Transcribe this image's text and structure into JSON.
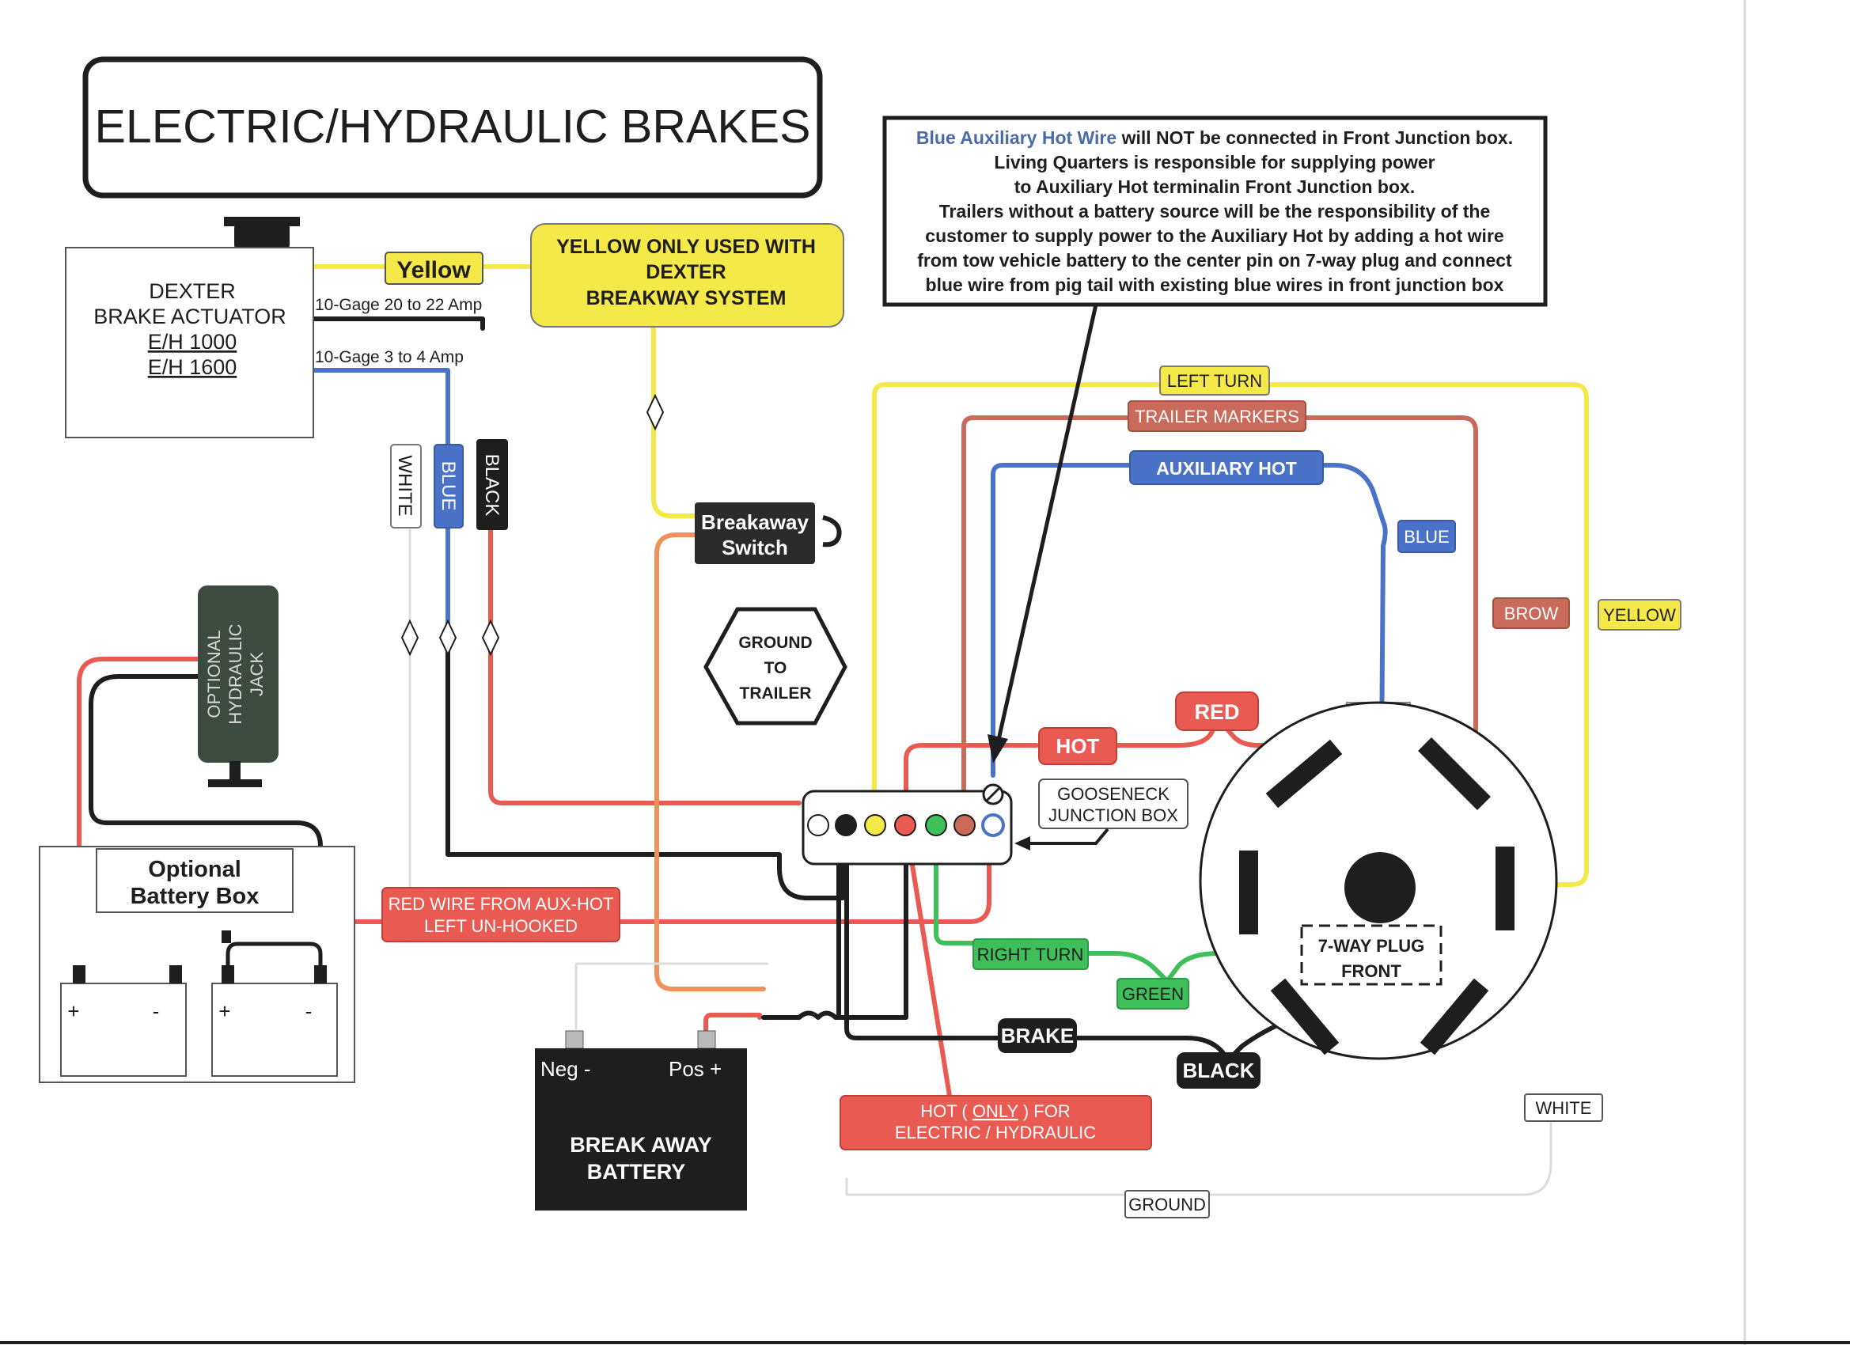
{
  "title": "ELECTRIC/HYDRAULIC BRAKES",
  "actuator": {
    "line1": "DEXTER",
    "line2": "BRAKE ACTUATOR",
    "line3": "E/H 1000",
    "line4": "E/H 1600",
    "gage_top": "10-Gage 20 to 22 Amp",
    "gage_bottom": "10-Gage 3 to 4 Amp"
  },
  "yellow_tag": "Yellow",
  "yellow_note": {
    "line1": "YELLOW ONLY USED WITH",
    "line2": "DEXTER",
    "line3": "BREAKWAY SYSTEM"
  },
  "notice": {
    "line1_blue": "Blue Auxiliary Hot Wire",
    "line1_rest": " will NOT be connected in Front Junction box.",
    "line2": "Living Quarters is responsible for supplying power",
    "line3": "to Auxiliary Hot terminalin Front Junction box.",
    "line4": "Trailers without a battery source will be the responsibility of the",
    "line5": "customer to supply power to the Auxiliary Hot by adding a hot wire",
    "line6": "from tow vehicle battery  to the center pin on  7-way plug and connect",
    "line7": "blue wire from pig tail with existing blue wires in front junction box"
  },
  "wire_labels": {
    "white": "WHITE",
    "blue": "BLUE",
    "black": "BLACK",
    "left_turn": "LEFT TURN",
    "trailer_markers": "TRAILER MARKERS",
    "auxiliary_hot": "AUXILIARY HOT",
    "blue_right": "BLUE",
    "brow": "BROW",
    "yellow_right": "YELLOW",
    "red": "RED",
    "hot": "HOT",
    "right_turn": "RIGHT TURN",
    "green": "GREEN",
    "brake": "BRAKE",
    "black_bottom": "BLACK",
    "white_bottom": "WHITE",
    "ground": "GROUND"
  },
  "breakaway_switch": {
    "line1": "Breakaway",
    "line2": "Switch"
  },
  "ground_to_trailer": {
    "line1": "GROUND",
    "line2": "TO",
    "line3": "TRAILER"
  },
  "gooseneck": {
    "line1": "GOOSENECK",
    "line2": "JUNCTION BOX"
  },
  "hydraulic_jack": {
    "line1": "OPTIONAL",
    "line2": "HYDRAULIC",
    "line3": "JACK"
  },
  "battery_box": {
    "line1": "Optional",
    "line2": "Battery Box",
    "plus": "+",
    "minus": "-"
  },
  "red_aux_note": {
    "line1": "RED WIRE FROM AUX-HOT",
    "line2": "LEFT UN-HOOKED"
  },
  "breakaway_battery": {
    "neg": "Neg  -",
    "pos": "Pos  +",
    "line1": "BREAK AWAY",
    "line2": "BATTERY"
  },
  "hot_only": {
    "pre": "HOT ( ",
    "only": "ONLY",
    "post": " ) FOR",
    "line2": "ELECTRIC / HYDRAULIC"
  },
  "plug": {
    "line1": "7-WAY PLUG",
    "line2": "FRONT"
  },
  "colors": {
    "yellow": "#f5e94a",
    "red": "#e85a52",
    "brown": "#c96a5a",
    "blue": "#4a73c8",
    "green": "#3fbf5a",
    "black": "#1e1e1e",
    "notice_blue": "#4a6aa8"
  }
}
